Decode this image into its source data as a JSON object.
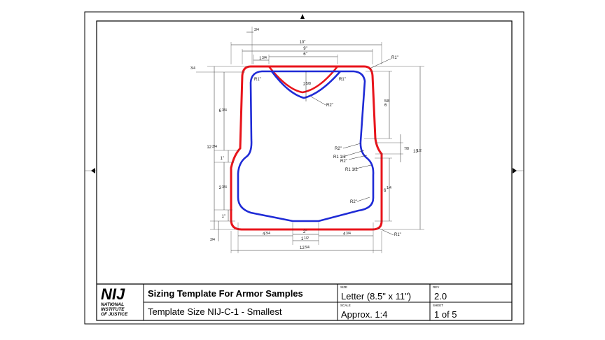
{
  "titleblock": {
    "logo": "NIJ",
    "org_line1": "NATIONAL",
    "org_line2": "INSTITUTE",
    "org_line3": "OF JUSTICE",
    "title": "Sizing Template For Armor Samples",
    "subtitle": "Template Size NIJ-C-1 - Smallest",
    "size_label": "SIZE",
    "size_value": "Letter (8.5\" x 11\")",
    "scale_label": "SCALE",
    "scale_value": "Approx. 1:4",
    "rev_label": "REV",
    "rev_value": "2.0",
    "sheet_label": "SHEET",
    "sheet_value": "1 of 5"
  },
  "dimensions": {
    "top_10": "10\"",
    "top_9": "9\"",
    "top_6": "6\"",
    "top_1_3_4_w": "1",
    "top_1_3_4_f": "3/4",
    "neck_3_4": "3/4",
    "shoulder_3_4": "3/4",
    "neck_depth_w": "2",
    "neck_depth_f": "5/8",
    "left_6_3_4_w": "6",
    "left_6_3_4_f": "3/4",
    "left_12_3_4_w": "12",
    "left_12_3_4_f": "3/4",
    "left_1a": "1\"",
    "left_3_3_4_w": "3",
    "left_3_3_4_f": "3/4",
    "left_1b": "1\"",
    "bottom_3_4": "3/4",
    "right_6_5_8_w": "6",
    "right_6_5_8_f": "5/8",
    "right_7_8": "7/8",
    "right_13_1_2_w": "13",
    "right_13_1_2_f": "1/2",
    "right_6_1_4_w": "6",
    "right_6_1_4_f": "1/4",
    "bot_4_3_4_l_w": "4",
    "bot_4_3_4_l_f": "3/4",
    "bot_2": "2\"",
    "bot_1_1_2_w": "1",
    "bot_1_1_2_f": "1/2",
    "bot_4_3_4_r_w": "4",
    "bot_4_3_4_r_f": "3/4",
    "bot_12_3_4_w": "12",
    "bot_12_3_4_f": "3/4",
    "r1_top_right": "R1\"",
    "r1_left_inner": "R1\"",
    "r1_right_inner": "R1\"",
    "r2_neck": "R2\"",
    "r2_a": "R2\"",
    "r1_1_2_a": "R1 1/2",
    "r2_b": "R2\"",
    "r1_1_2_b": "R1 1/2",
    "r2_c": "R2\"",
    "r1_bottom_right": "R1\""
  },
  "colors": {
    "outer_outline": "#e8141b",
    "inner_outline": "#1f2bd6",
    "frame": "#000000"
  }
}
